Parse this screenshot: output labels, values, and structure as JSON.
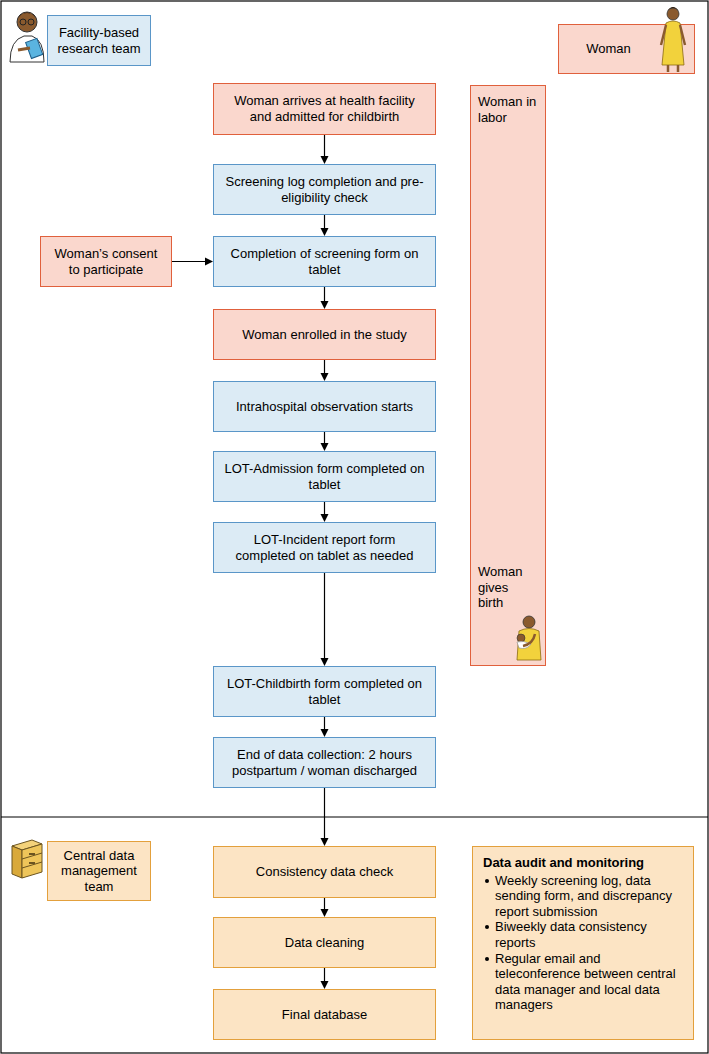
{
  "diagram": {
    "nodes": [
      {
        "text": [
          "Facility-based research team"
        ]
      },
      {
        "text": [
          "Woman"
        ]
      },
      {
        "text": [
          "Woman arrives at health facility and admitted for childbirth"
        ]
      },
      {
        "text": [
          "Woman in labor",
          "Woman gives birth"
        ]
      },
      {
        "text": [
          "Screening log completion and pre-eligibility check"
        ]
      },
      {
        "text": [
          "Woman’s consent to participate"
        ]
      },
      {
        "text": [
          "Completion of screening form on tablet"
        ]
      },
      {
        "text": [
          "Woman enrolled in the study"
        ]
      },
      {
        "text": [
          "Intrahospital observation starts"
        ]
      },
      {
        "text": [
          "LOT-Admission form completed on tablet"
        ]
      },
      {
        "text": [
          "LOT-Incident report form completed on tablet as needed"
        ]
      },
      {
        "text": [
          "LOT-Childbirth form completed on tablet"
        ]
      },
      {
        "text": [
          "End of data collection: 2 hours postpartum / woman discharged"
        ]
      },
      {
        "text": [
          "Central data management team"
        ]
      },
      {
        "text": [
          "Consistency data check"
        ]
      },
      {
        "text": [
          "Data cleaning"
        ]
      },
      {
        "text": [
          "Final database"
        ]
      },
      {
        "text": [
          "Data audit and monitoring",
          "Weekly screening log, data sending form, and discrepancy report submission",
          "Biweekly data consistency reports",
          "Regular email and teleconference between central data manager and local data managers"
        ]
      }
    ],
    "edges": [
      {
        "from": 2,
        "to": 4,
        "arrow": "to"
      },
      {
        "from": 4,
        "to": 6,
        "arrow": "to"
      },
      {
        "from": 5,
        "to": 6,
        "arrow": "to"
      },
      {
        "from": 6,
        "to": 7,
        "arrow": "to"
      },
      {
        "from": 7,
        "to": 8,
        "arrow": "to"
      },
      {
        "from": 8,
        "to": 9,
        "arrow": "to"
      },
      {
        "from": 9,
        "to": 10,
        "arrow": "to"
      },
      {
        "from": 10,
        "to": 11,
        "arrow": "to"
      },
      {
        "from": 11,
        "to": 12,
        "arrow": "to"
      },
      {
        "from": 12,
        "to": 14,
        "arrow": "to"
      },
      {
        "from": 14,
        "to": 15,
        "arrow": "to"
      },
      {
        "from": 15,
        "to": 16,
        "arrow": "to"
      }
    ]
  }
}
